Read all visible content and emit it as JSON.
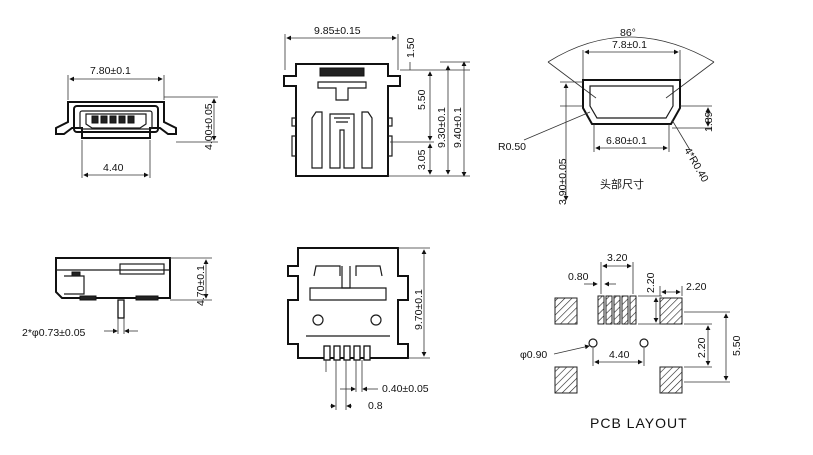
{
  "top_left": {
    "width_dim": "7.80±0.1",
    "height_dim": "4.00±0.05",
    "bottom_dim": "4.40"
  },
  "top_middle": {
    "width_dim": "9.85±0.15",
    "small_dim": "1.50",
    "dim_a": "5.50",
    "dim_b": "9.30±0.1",
    "dim_c": "9.40±0.1",
    "dim_d": "3.05"
  },
  "top_right": {
    "angle": "86°",
    "top_width": "7.8±0.1",
    "bottom_width": "6.80±0.1",
    "radius_left": "R0.50",
    "radius_right": "4*R0.40",
    "height_right": "1.89",
    "height_left": "3.90±0.05",
    "caption": "头部尺寸"
  },
  "bottom_left": {
    "height_dim": "4.70±0.1",
    "diameter_dim": "2*φ0.73±0.05"
  },
  "bottom_middle": {
    "height_dim": "9.70±0.1",
    "pin_width": "0.40±0.05",
    "pitch": "0.8"
  },
  "pcb": {
    "pitch_span": "3.20",
    "pad_width": "0.80",
    "pad_len": "2.20",
    "mount_pad": "2.20",
    "vert_span": "2.20",
    "vert_total": "5.50",
    "hole_dia": "φ0.90",
    "hole_spacing": "4.40",
    "title": "PCB LAYOUT"
  }
}
